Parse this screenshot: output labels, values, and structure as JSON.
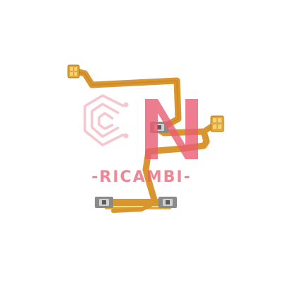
{
  "image": {
    "subject": "flex-cable-photo",
    "background_color": "#ffffff",
    "cable_color": "#d9962f",
    "cable_dark_color": "#c27e24",
    "contact_pad_color": "#e0a93a",
    "button_color": "#8a8a8a",
    "button_metal_color": "#d0d0d0"
  },
  "watermark": {
    "brand_letters": "CN",
    "subtitle": "-RICAMBI-",
    "accent_color": "#e85d73",
    "light_color": "#f4b8c4"
  }
}
